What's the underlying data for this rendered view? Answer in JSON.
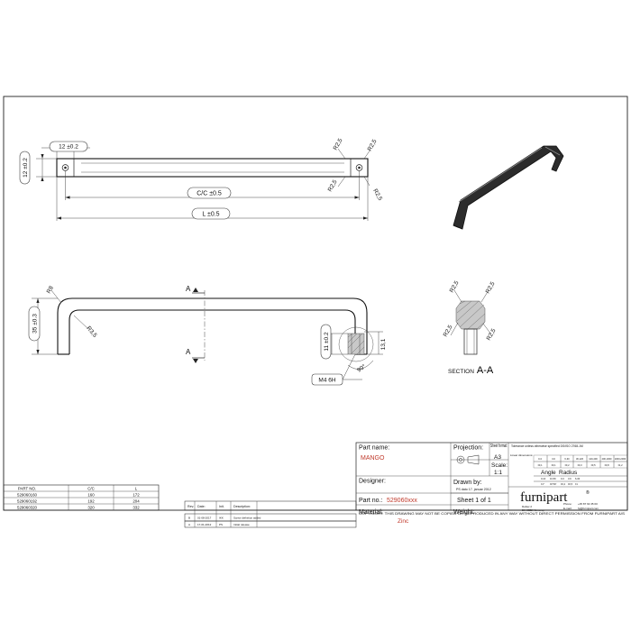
{
  "top_view": {
    "dim_width": "12 ±0.2",
    "dim_height": "12 ±0.2",
    "dim_cc": "C/C ±0.5",
    "dim_l": "L ±0.5",
    "radius_labels": [
      "R2,5",
      "R2,5",
      "R2,5",
      "R2,5"
    ]
  },
  "side_view": {
    "dim_r8": "R8",
    "dim_height": "35 ±0.3",
    "dim_r35": "R3,5",
    "section_a_top": "A",
    "section_a_bottom": "A",
    "dim_11": "11 ±0.2",
    "dim_13": "13,1",
    "dim_angle": "90°",
    "thread_label": "M4 6H"
  },
  "section_view": {
    "radius_labels": [
      "R2,5",
      "R2,5",
      "R2,5",
      "R2,5"
    ],
    "title_prefix": "SECTION",
    "title_letters": "A-A"
  },
  "part_table": {
    "headers": [
      "PART NO.",
      "C/C",
      "L"
    ],
    "rows": [
      [
        "529060160",
        "160",
        "172"
      ],
      [
        "529060192",
        "192",
        "204"
      ],
      [
        "529060320",
        "320",
        "332"
      ]
    ]
  },
  "revision_table": {
    "headers": [
      "Rev.",
      "Date:",
      "Init.",
      "Description:"
    ],
    "rows": [
      [
        "B",
        "01-08-2017",
        "IKK",
        "Screw definition added"
      ],
      [
        "A",
        "17-01-2012",
        "PS",
        "Initial release"
      ]
    ]
  },
  "title_block": {
    "part_name_label": "Part name:",
    "part_name_value": "MANGO",
    "projection_label": "Projection:",
    "sheet_format_label": "Sheet format:",
    "sheet_format_value": "A3",
    "scale_label": "Scale:",
    "scale_value": "1:1",
    "tolerance_note": "Tolerance unless otherwise specified DS/ISO 2768-1M",
    "linear_label": "Linear dimensions:",
    "linear_ranges": [
      "0-3",
      "3-6",
      "6-30",
      "30-120",
      "120-400",
      "400-1000",
      "1000-2000"
    ],
    "linear_tols": [
      "±0,1",
      "±0,1",
      "±0,2",
      "±0,3",
      "±0,5",
      "±0,8",
      "±1,2"
    ],
    "designer_label": "Designer:",
    "drawn_by_label": "Drawn by:",
    "drawn_by_value": "PS dato 17. januar 2012",
    "angle_label": "Angle",
    "radius_label": "Radius",
    "angle_ranges": [
      "0-10",
      "10-50"
    ],
    "angle_tols": [
      "±1°",
      "±0°30'"
    ],
    "radius_ranges": [
      "0-3",
      "3-6",
      "6-30"
    ],
    "radius_tols": [
      "±0,2",
      "±0,5",
      "±1"
    ],
    "part_no_label": "Part no.:",
    "part_no_value": "529060xxx",
    "sheet_label": "Sheet 1 of 1",
    "material_label": "Material:",
    "material_value": "Zinc",
    "weight_label": "Weight:",
    "brand": "furnipart",
    "address_lines": [
      "Deltav 2",
      "DK-8382 Hinnerup"
    ],
    "phone_label": "Phone:",
    "phone_value": "+45 87 64 35 00",
    "email_label": "E-mail:",
    "email_value": "fp@furnipart.com",
    "copyright": "COPYRIGHT: THIS DRAWING MAY NOT BE COPIED OR REPRODUCED IN ANY WAY WITHOUT DIRECT PERMISSION FROM FURNIPART A/S"
  }
}
